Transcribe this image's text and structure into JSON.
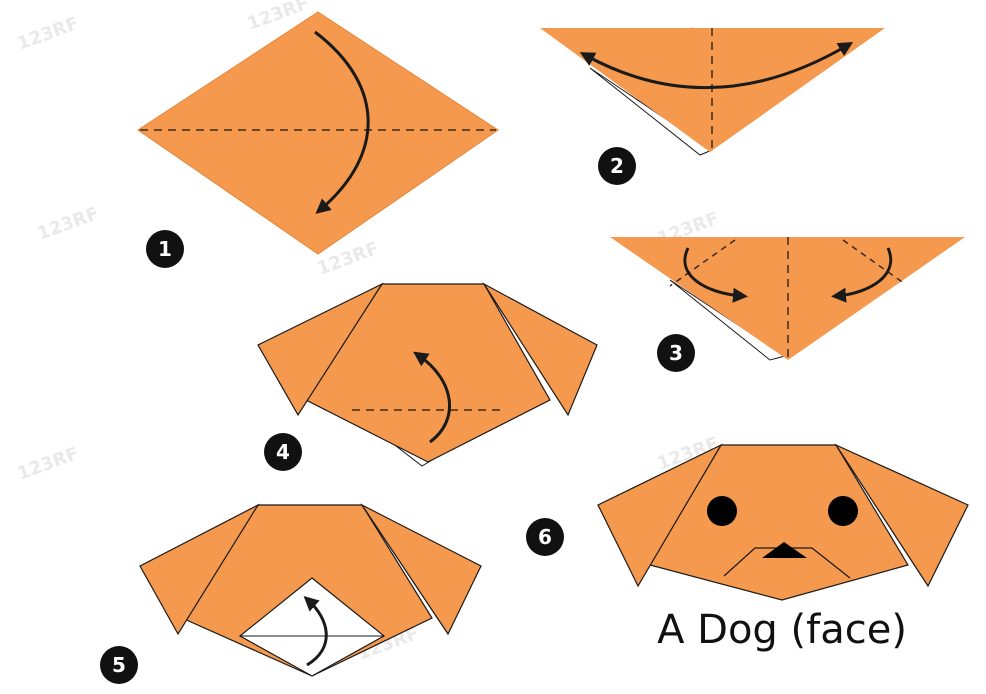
{
  "diagram": {
    "caption": "A Dog (face)",
    "steps": [
      "1",
      "2",
      "3",
      "4",
      "5",
      "6"
    ],
    "watermark": "123RF",
    "colors": {
      "paper": "#F4994E",
      "paper_dark": "#E98C41",
      "line": "#1A1A1A",
      "fold_line": "#3A2A1E",
      "badge": "#111111",
      "white_paper": "#FFFFFF"
    }
  }
}
